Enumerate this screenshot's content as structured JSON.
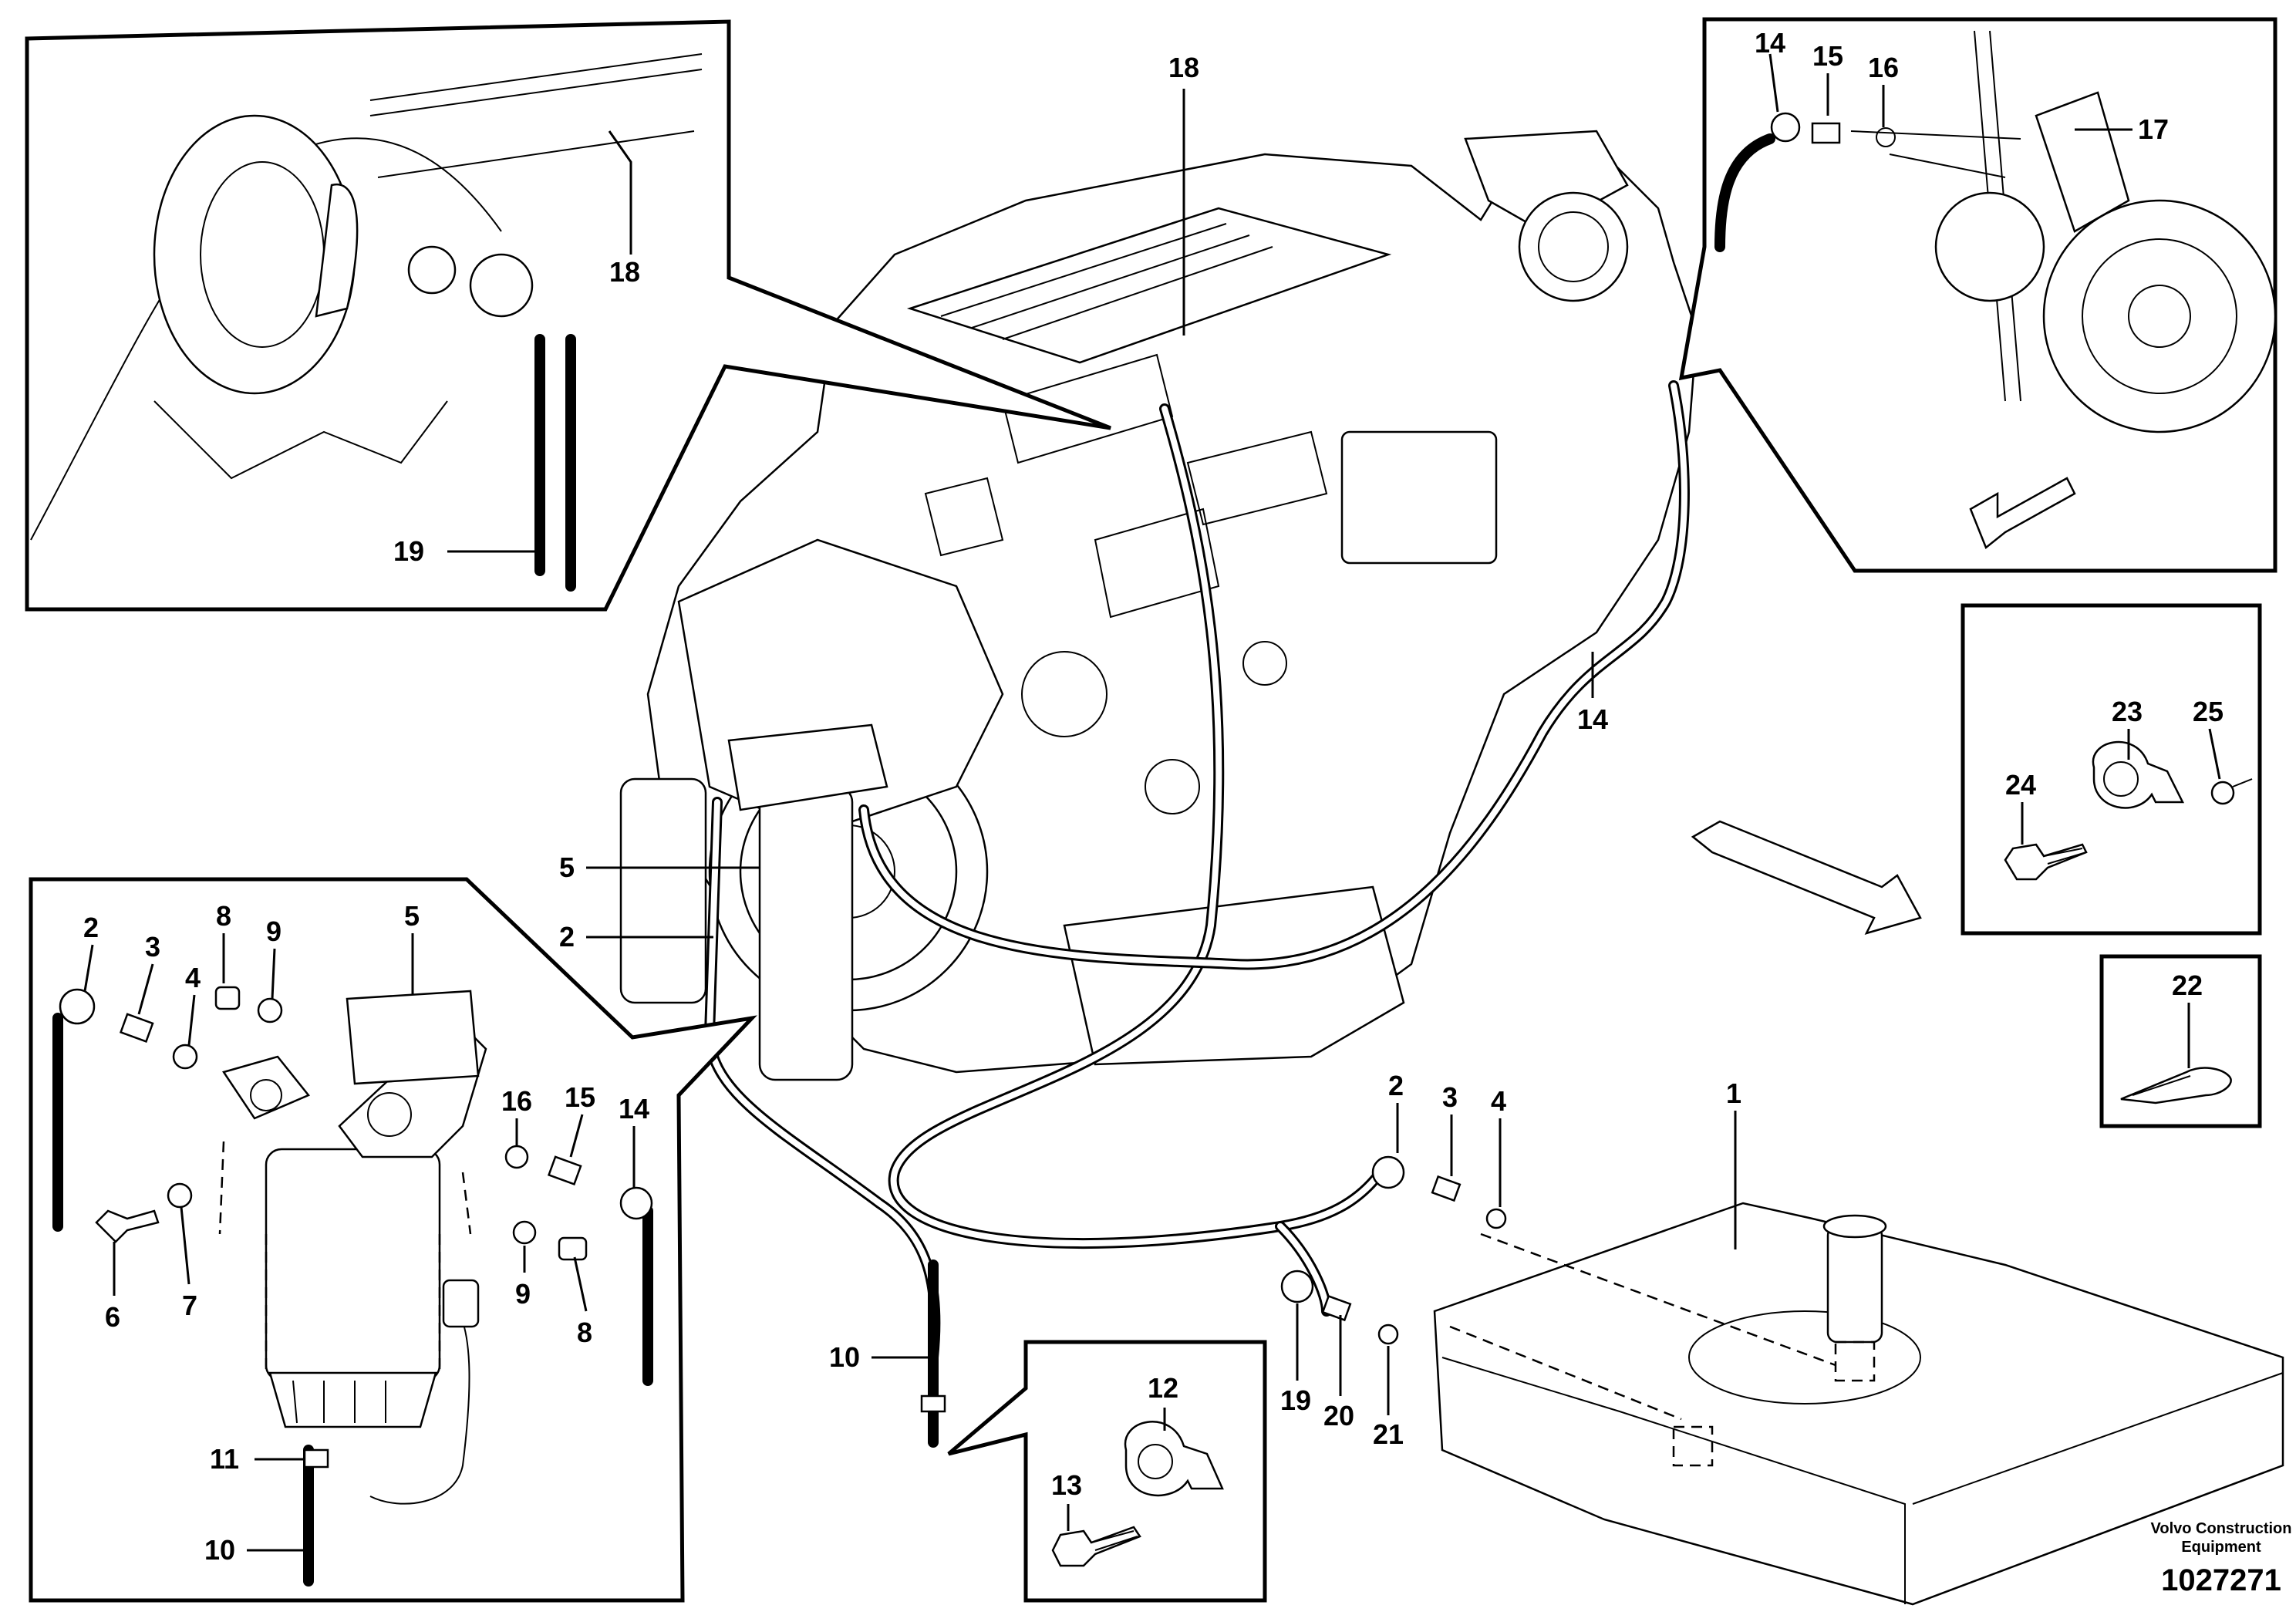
{
  "diagram": {
    "detail_top_left": {
      "labels": [
        "18",
        "19"
      ]
    },
    "detail_top_right": {
      "labels": [
        "14",
        "15",
        "16",
        "17"
      ]
    },
    "main_view": {
      "labels": [
        "18",
        "14",
        "5",
        "2",
        "10",
        "1",
        "2",
        "3",
        "4",
        "19",
        "20",
        "21"
      ]
    },
    "detail_bottom_left": {
      "labels": [
        "2",
        "3",
        "4",
        "8",
        "9",
        "5",
        "16",
        "15",
        "14",
        "6",
        "7",
        "9",
        "8",
        "11",
        "10"
      ]
    },
    "detail_clamp_small": {
      "labels": [
        "12",
        "13"
      ]
    },
    "detail_clamp_right": {
      "labels": [
        "23",
        "25",
        "24"
      ]
    },
    "detail_tie": {
      "labels": [
        "22"
      ]
    }
  },
  "footer": {
    "company_line1": "Volvo Construction",
    "company_line2": "Equipment",
    "drawing_number": "1027271"
  }
}
